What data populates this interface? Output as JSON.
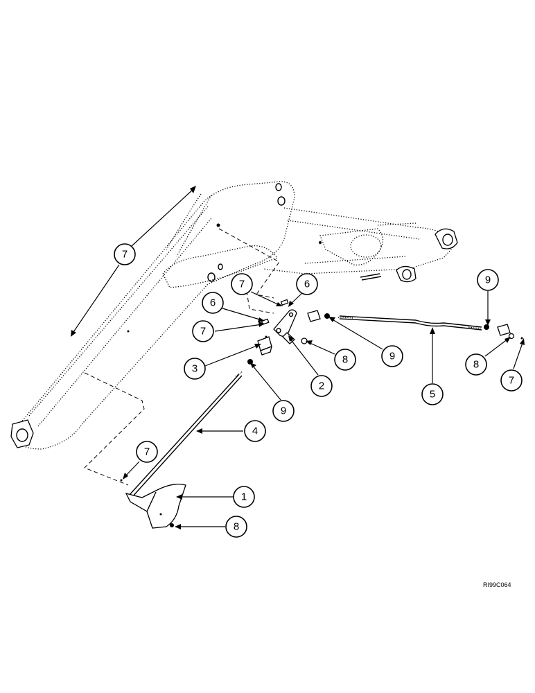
{
  "figure_code": "RI99C064",
  "callouts": [
    {
      "id": "c7-boom",
      "label": "7"
    },
    {
      "id": "c7-upper",
      "label": "7"
    },
    {
      "id": "c6-upper",
      "label": "6"
    },
    {
      "id": "c6-left",
      "label": "6"
    },
    {
      "id": "c7-mid",
      "label": "7"
    },
    {
      "id": "c3",
      "label": "3"
    },
    {
      "id": "c2",
      "label": "2"
    },
    {
      "id": "c8-mid",
      "label": "8"
    },
    {
      "id": "c9-mid",
      "label": "9"
    },
    {
      "id": "c9-rod",
      "label": "9"
    },
    {
      "id": "c9-right",
      "label": "9"
    },
    {
      "id": "c8-right",
      "label": "8"
    },
    {
      "id": "c7-right",
      "label": "7"
    },
    {
      "id": "c5",
      "label": "5"
    },
    {
      "id": "c4",
      "label": "4"
    },
    {
      "id": "c7-lower",
      "label": "7"
    },
    {
      "id": "c1",
      "label": "1"
    },
    {
      "id": "c8-lower",
      "label": "8"
    }
  ]
}
